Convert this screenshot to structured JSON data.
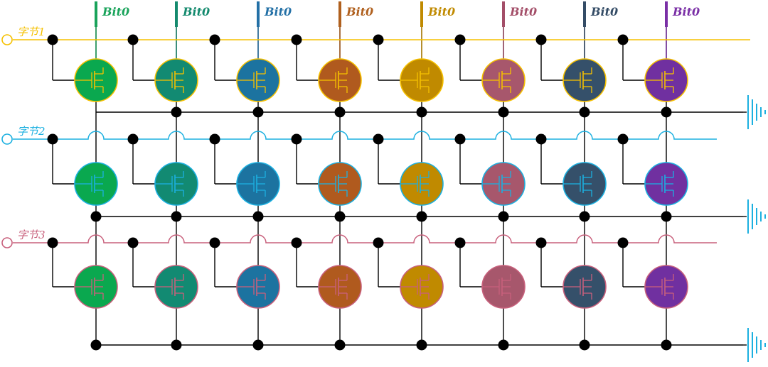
{
  "bit_labels": [
    {
      "text": "Bit0",
      "color": "#19a35a"
    },
    {
      "text": "Bit0",
      "color": "#148a6e"
    },
    {
      "text": "Bit0",
      "color": "#2370a6"
    },
    {
      "text": "Bit0",
      "color": "#b0601e"
    },
    {
      "text": "Bit0",
      "color": "#c08a00"
    },
    {
      "text": "Bit0",
      "color": "#a34e68"
    },
    {
      "text": "Bit0",
      "color": "#344c66"
    },
    {
      "text": "Bit0",
      "color": "#7a2fa6"
    }
  ],
  "column_fill_colors": [
    "#0aa84f",
    "#128a72",
    "#1c73a0",
    "#b05a1e",
    "#c08a00",
    "#a7576c",
    "#35506a",
    "#7030a0"
  ],
  "word_lines": [
    {
      "label": "字节1",
      "color": "#f5c000"
    },
    {
      "label": "字节2",
      "color": "#1cb0e0"
    },
    {
      "label": "字节3",
      "color": "#c8607c"
    }
  ],
  "wire_color": "#000000",
  "ground_color": "#1cb0e0"
}
